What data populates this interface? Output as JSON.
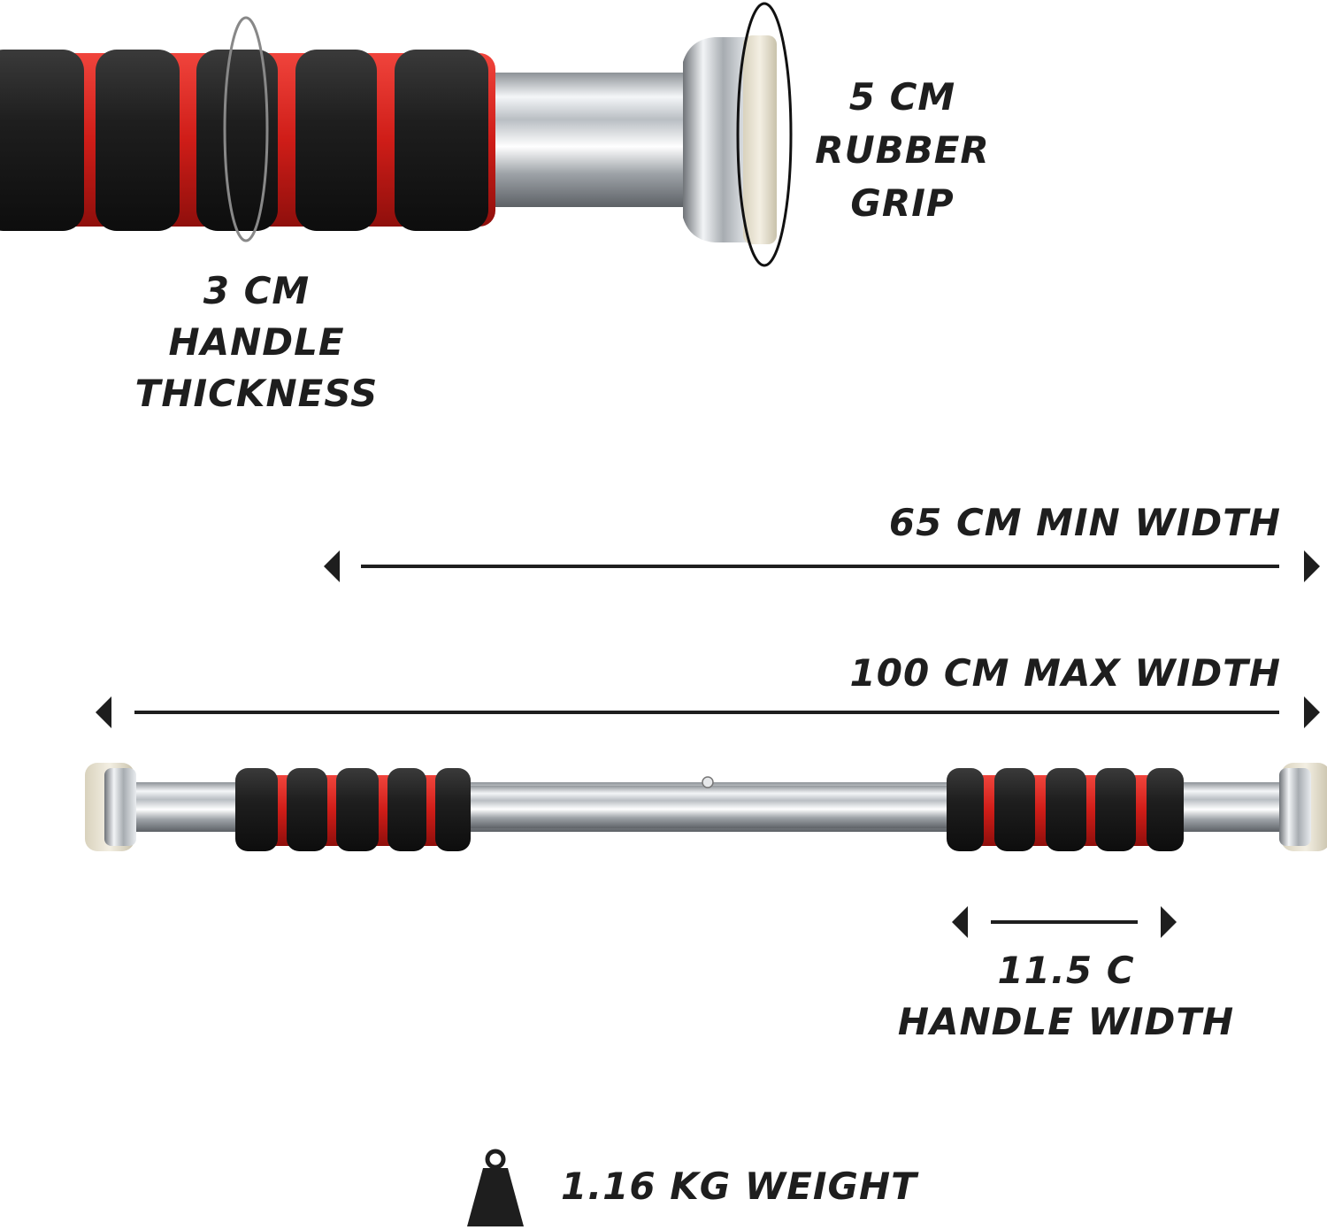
{
  "closeup": {
    "rubber_grip": {
      "line1": "5 CM",
      "line2": "RUBBER",
      "line3": "GRIP"
    },
    "handle_thickness": {
      "line1": "3 CM",
      "line2": "HANDLE",
      "line3": "THICKNESS"
    }
  },
  "dimensions": {
    "min_width": "65 CM MIN WIDTH",
    "max_width": "100 CM MAX WIDTH",
    "handle_width": {
      "line1": "11.5 C",
      "line2": "HANDLE WIDTH"
    }
  },
  "weight": {
    "icon": "weight-icon",
    "label": "1.16 KG WEIGHT"
  },
  "colors": {
    "foam": "#1f1f1f",
    "accent": "#d4201e",
    "chrome": "#cfd3d7",
    "text": "#1e1e1e"
  }
}
